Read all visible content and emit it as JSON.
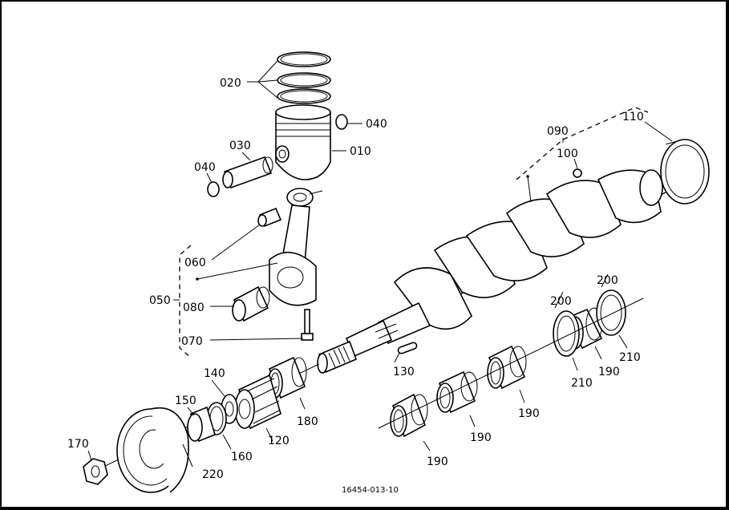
{
  "labels": {
    "p010": "010",
    "p020": "020",
    "p030": "030",
    "p040a": "040",
    "p040b": "040",
    "p050": "050",
    "p060": "060",
    "p070": "070",
    "p080": "080",
    "p090": "090",
    "p100": "100",
    "p110": "110",
    "p120": "120",
    "p130": "130",
    "p140": "140",
    "p150": "150",
    "p160": "160",
    "p170": "170",
    "p180": "180",
    "p190a": "190",
    "p190b": "190",
    "p190c": "190",
    "p190d": "190",
    "p200a": "200",
    "p200b": "200",
    "p210a": "210",
    "p210b": "210",
    "p220": "220"
  },
  "drawing_code": "16454-013-10"
}
